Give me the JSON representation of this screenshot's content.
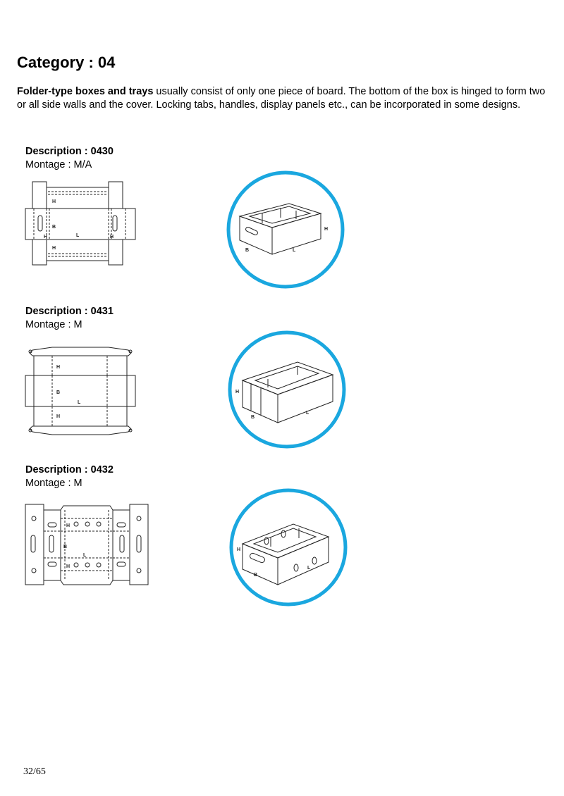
{
  "page": {
    "title": "Category : 04",
    "intro_bold": "Folder-type boxes and trays",
    "intro_rest": " usually consist of only one piece of board. The bottom of the box is hinged to form two or all side walls and the cover. Locking tabs, handles, display panels etc., can be incorporated in some designs.",
    "page_number": "32/65"
  },
  "entries": [
    {
      "description": "Description : 0430",
      "montage": "Montage : M/A"
    },
    {
      "description": "Description : 0431",
      "montage": "Montage : M"
    },
    {
      "description": "Description : 0432",
      "montage": "Montage : M"
    }
  ],
  "labels": {
    "h": "H",
    "b": "B",
    "l": "L"
  },
  "colors": {
    "circle": "#1aa7df",
    "line": "#222222"
  }
}
